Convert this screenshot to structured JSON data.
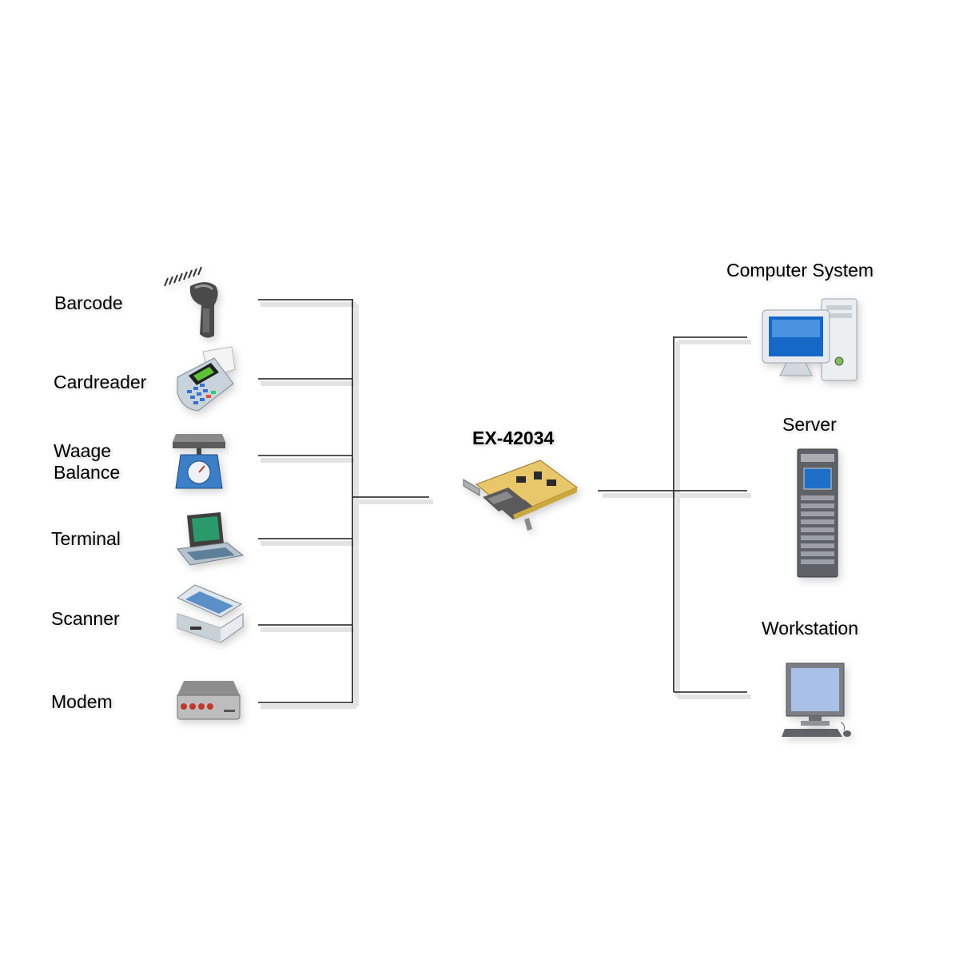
{
  "devices_left": [
    {
      "label": "Barcode",
      "icon": "barcode-scanner-icon"
    },
    {
      "label": "Cardreader",
      "icon": "card-reader-icon"
    },
    {
      "label": "Waage",
      "label2": "Balance",
      "icon": "scale-icon"
    },
    {
      "label": "Terminal",
      "icon": "terminal-icon"
    },
    {
      "label": "Scanner",
      "icon": "flatbed-scanner-icon"
    },
    {
      "label": "Modem",
      "icon": "modem-icon"
    }
  ],
  "center": {
    "label": "EX-42034",
    "icon": "serial-card-icon"
  },
  "systems_right": [
    {
      "label": "Computer System",
      "icon": "computer-system-icon"
    },
    {
      "label": "Server",
      "icon": "server-rack-icon"
    },
    {
      "label": "Workstation",
      "icon": "workstation-icon"
    }
  ]
}
